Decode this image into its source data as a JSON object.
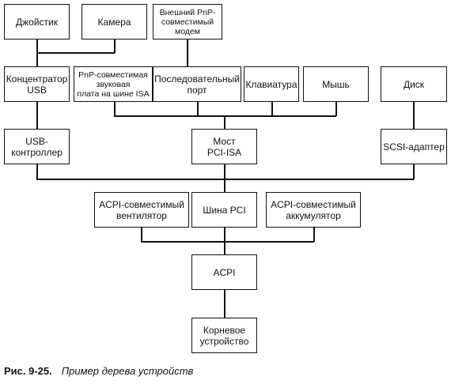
{
  "nodes": {
    "joystick": "Джойстик",
    "camera": "Камера",
    "pnp_modem": "Внешний PnP-\nсовместимый\nмодем",
    "usb_hub": "Концентратор\nUSB",
    "sound_card": "PnP-совместимая\nзвуковая\nплата на шине ISA",
    "serial_port": "Последовательный\nпорт",
    "keyboard": "Клавиатура",
    "mouse": "Мышь",
    "disk": "Диск",
    "usb_controller": "USB-\nконтроллер",
    "pci_isa_bridge": "Мост\nPCI-ISA",
    "scsi_adapter": "SCSI-адаптер",
    "acpi_fan": "ACPI-совместимый\nвентилятор",
    "pci_bus": "Шина PCI",
    "acpi_battery": "ACPI-совместимый\nаккумулятор",
    "acpi": "ACPI",
    "root_device": "Корневое\nустройство"
  },
  "caption": {
    "label": "Рис. 9-25.",
    "text": "Пример дерева устройств"
  }
}
